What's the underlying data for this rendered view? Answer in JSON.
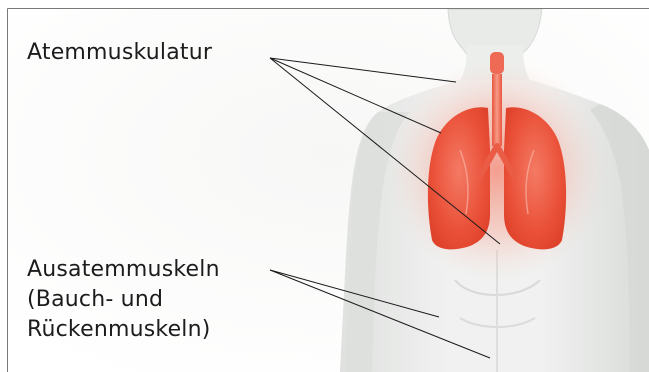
{
  "labels": {
    "respiratory_muscles": "Atemmuskulatur",
    "expiratory_muscles": [
      "Ausatemmuskeln",
      "(Bauch- und",
      "Rückenmuskeln)"
    ]
  },
  "colors": {
    "body": "#e7e9e7",
    "lungs": "#ec5a45",
    "leader_lines": "#1a1a1a",
    "frame": "#7a7a7a"
  },
  "icons": {
    "illustration": "human-torso-with-lungs"
  }
}
